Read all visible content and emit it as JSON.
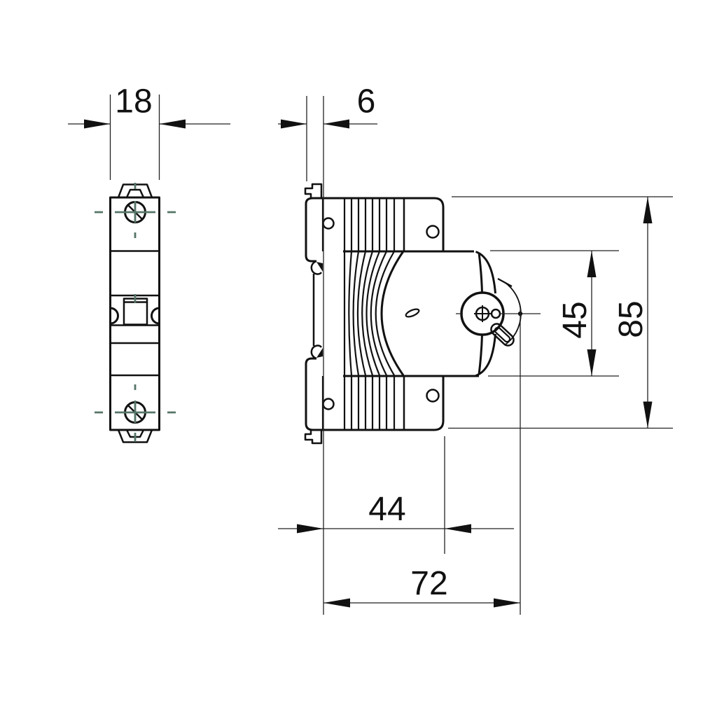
{
  "drawing_type": "technical dimension drawing",
  "subject": "1-pole miniature circuit breaker, front view and side view",
  "dimensions": {
    "module_width": {
      "label": "18",
      "orientation": "horizontal",
      "view": "front"
    },
    "clip_depth": {
      "label": "6",
      "orientation": "horizontal",
      "view": "side"
    },
    "handle_zone_height": {
      "label": "45",
      "orientation": "vertical",
      "view": "side"
    },
    "overall_height": {
      "label": "85",
      "orientation": "vertical",
      "view": "side"
    },
    "body_depth": {
      "label": "44",
      "orientation": "horizontal",
      "view": "side"
    },
    "overall_depth": {
      "label": "72",
      "orientation": "horizontal",
      "view": "side"
    }
  },
  "colors": {
    "line": "#111111",
    "centerline_green": "#557568",
    "background": "#ffffff"
  }
}
